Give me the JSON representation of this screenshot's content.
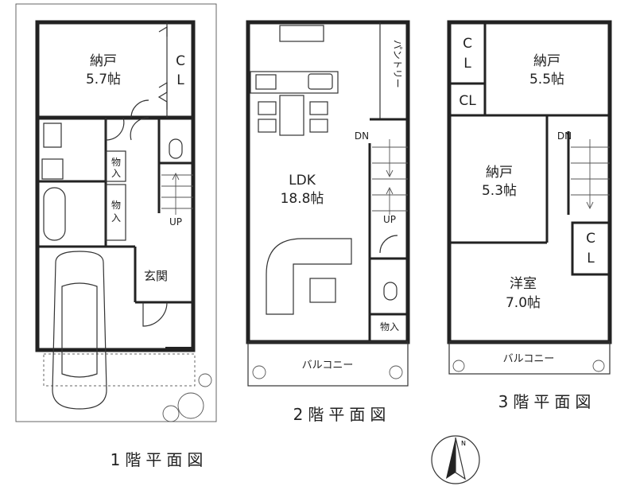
{
  "floor1": {
    "title": "1階平面図",
    "storage_room": {
      "name": "納戸",
      "size": "5.7帖"
    },
    "closet": [
      "C",
      "L"
    ],
    "storage1": [
      "物",
      "入"
    ],
    "storage2": [
      "物",
      "入"
    ],
    "entrance": "玄関",
    "stairs": "UP"
  },
  "floor2": {
    "title": "2階平面図",
    "ldk": {
      "name": "LDK",
      "size": "18.8帖"
    },
    "pantry": "パントリー",
    "stairs_down": "DN",
    "stairs_up": "UP",
    "storage": "物入",
    "balcony": "バルコニー"
  },
  "floor3": {
    "title": "3階平面図",
    "closet_a": [
      "C",
      "L"
    ],
    "closet_b": "CL",
    "closet_c": [
      "C",
      "L"
    ],
    "storage_room_a": {
      "name": "納戸",
      "size": "5.5帖"
    },
    "storage_room_b": {
      "name": "納戸",
      "size": "5.3帖"
    },
    "western_room": {
      "name": "洋室",
      "size": "7.0帖"
    },
    "stairs_down": "DN",
    "balcony": "バルコニー"
  },
  "compass": {
    "label": "N"
  }
}
